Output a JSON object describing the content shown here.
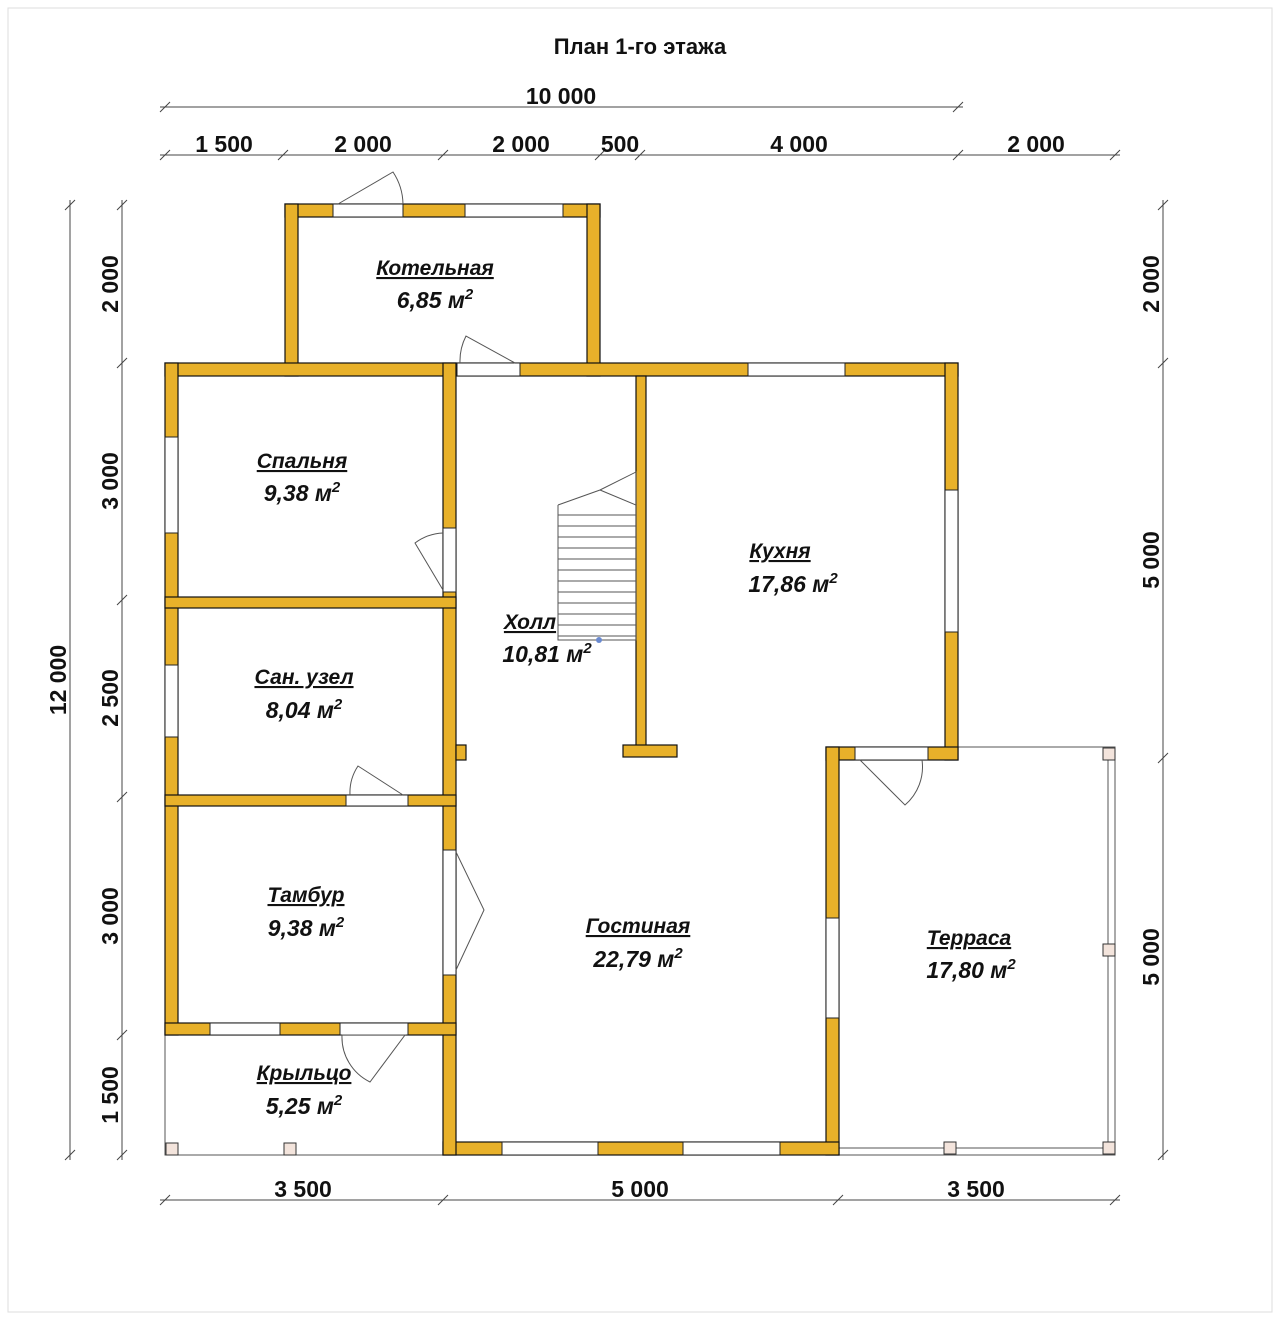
{
  "title": "План 1-го этажа",
  "colors": {
    "wall": "#e8b12a",
    "outline": "#111111"
  },
  "dimensions": {
    "top_total": "10 000",
    "top": [
      "1 500",
      "2 000",
      "2 000",
      "500",
      "4 000",
      "2 000"
    ],
    "left_total": "12 000",
    "left": [
      "2 000",
      "3 000",
      "2 500",
      "3 000",
      "1 500"
    ],
    "right": [
      "2 000",
      "5 000",
      "5 000"
    ],
    "bottom": [
      "3 500",
      "5 000",
      "3 500"
    ]
  },
  "rooms": [
    {
      "name": "Котельная",
      "area": "6,85 м",
      "sup": "2"
    },
    {
      "name": "Спальня",
      "area": "9,38 м",
      "sup": "2"
    },
    {
      "name": "Сан. узел",
      "area": "8,04 м",
      "sup": "2"
    },
    {
      "name": "Тамбур",
      "area": "9,38 м",
      "sup": "2"
    },
    {
      "name": "Крыльцо",
      "area": "5,25 м",
      "sup": "2"
    },
    {
      "name": "Холл",
      "area": "10,81 м",
      "sup": "2"
    },
    {
      "name": "Кухня",
      "area": "17,86 м",
      "sup": "2"
    },
    {
      "name": "Гостиная",
      "area": "22,79 м",
      "sup": "2"
    },
    {
      "name": "Терраса",
      "area": "17,80 м",
      "sup": "2"
    }
  ]
}
